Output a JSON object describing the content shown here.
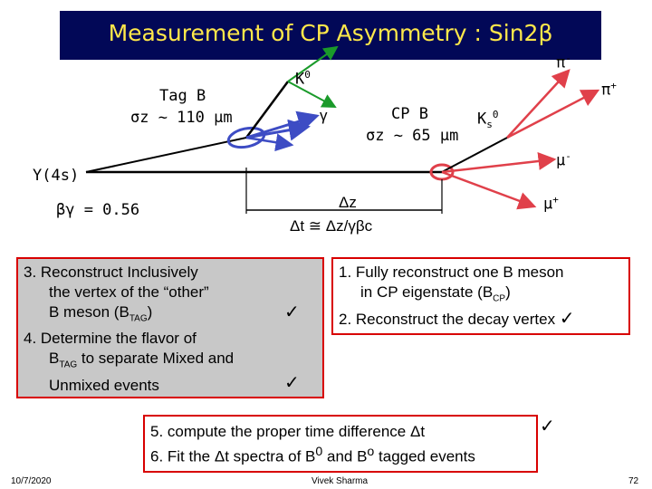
{
  "title": "Measurement of CP Asymmetry : Sin2β",
  "diagram": {
    "tag_b": "Tag B",
    "tag_sigma": "σz ~ 110 μm",
    "k0_top": "K",
    "k0_top_sup": "0",
    "gamma": "γ",
    "cp_b": "CP B",
    "cp_sigma": "σz ~ 65 μm",
    "ks_label": "K",
    "ks_sub": "s",
    "ks_sup": "0",
    "pi_minus": "π",
    "pi_minus_sup": "-",
    "pi_plus": "π",
    "pi_plus_sup": "+",
    "mu_minus": "μ",
    "mu_minus_sup": "-",
    "mu_plus": "μ",
    "mu_plus_sup": "+",
    "upsilon": "Υ(4s)",
    "boost": "βγ = 0.56",
    "delta_z": "Δz",
    "delta_t": "Δt ≅ Δz/γβc"
  },
  "left_box": {
    "line1": "3. Reconstruct Inclusively",
    "line2": "the vertex of the “other”",
    "line3_pre": "B meson (B",
    "line3_sub": "TAG",
    "line3_post": ")",
    "line4": "4. Determine the flavor of",
    "line5_pre": "B",
    "line5_sub": "TAG",
    "line5_post": " to separate Mixed and",
    "line6": "Unmixed events"
  },
  "right_box": {
    "line1": "1. Fully reconstruct one B meson",
    "line2_pre": "in CP eigenstate (B",
    "line2_sub": "CP",
    "line2_post": ")",
    "line3": "2. Reconstruct the decay vertex"
  },
  "bottom_box": {
    "line1": "5. compute the proper time difference Δt",
    "line2_pre": "6. Fit the Δt spectra of B",
    "line2_sup1": "0",
    "line2_mid": " and B",
    "line2_sup2": "o",
    "line2_post": " tagged events"
  },
  "check_mark": "✓",
  "footer": {
    "date": "10/7/2020",
    "author": "Vivek Sharma",
    "page": "72"
  },
  "colors": {
    "title_bg": "#020857",
    "title_text": "#ffe84a",
    "box_border": "#d80000",
    "left_box_bg": "#c8c8c8",
    "tag_tracks": "#3d4cc4",
    "cp_tracks": "#e0404a",
    "photon": "#1a9a2a"
  }
}
